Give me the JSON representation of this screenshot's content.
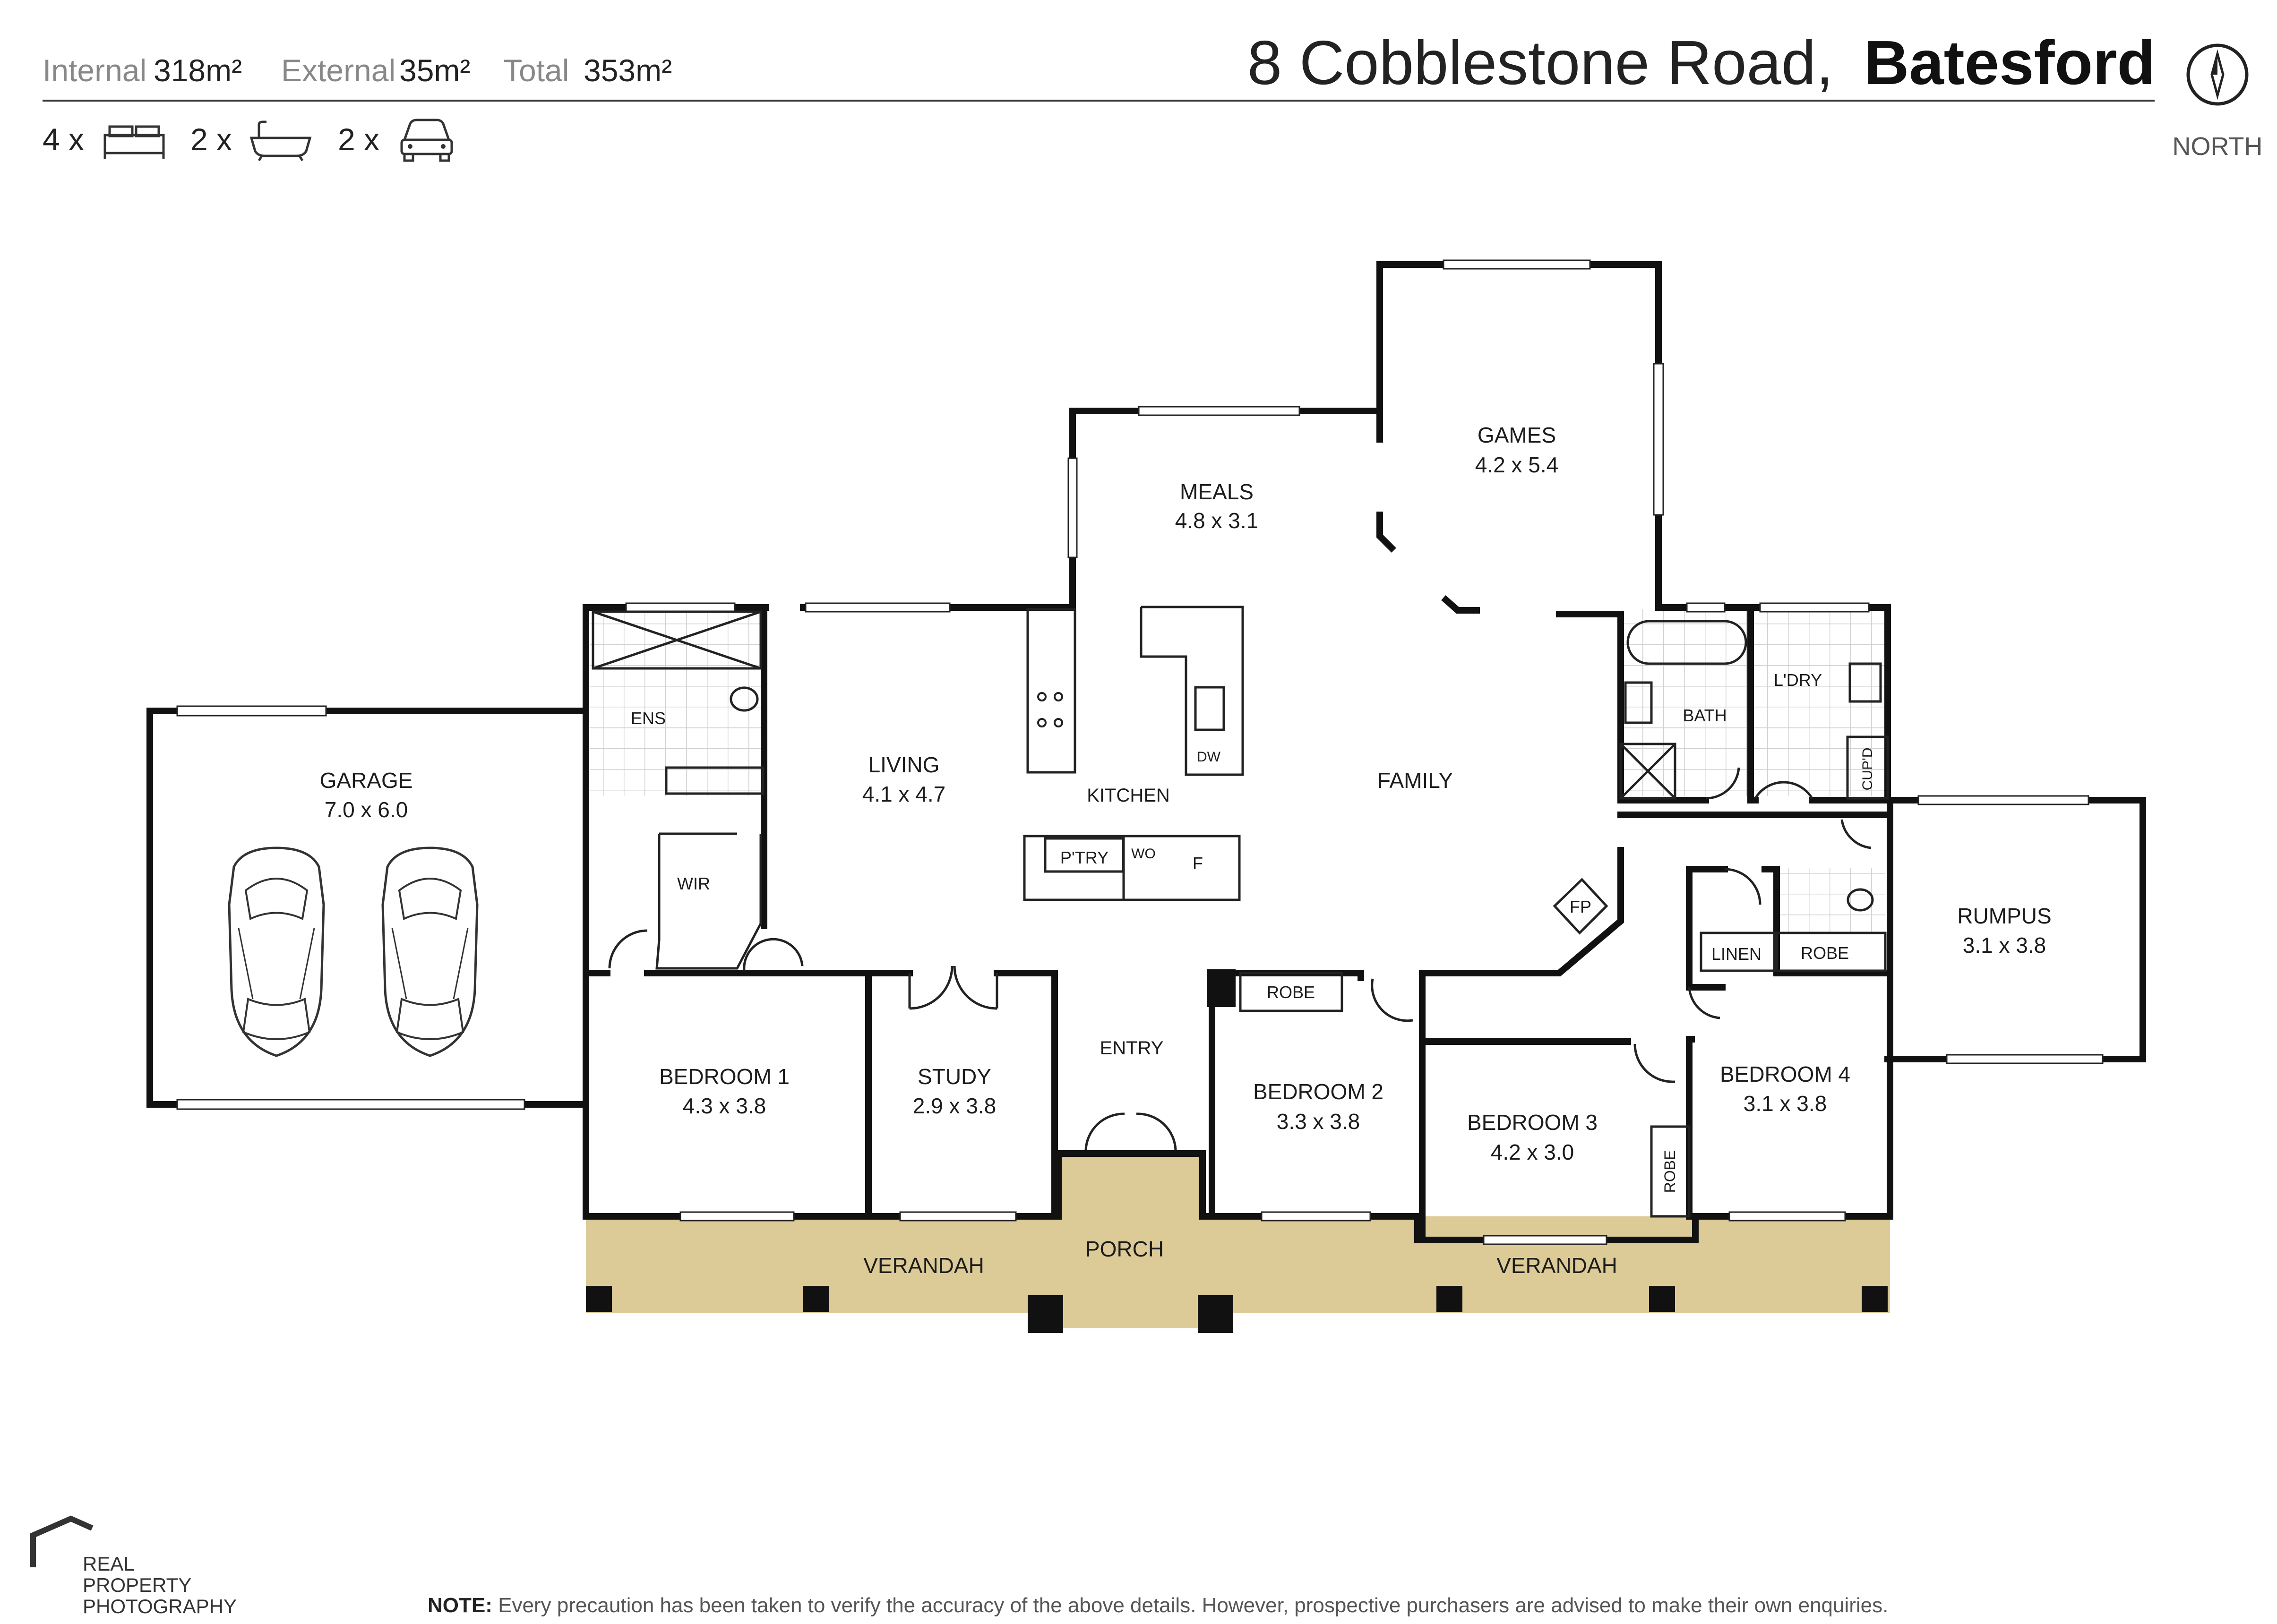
{
  "header": {
    "internal_label": "Internal",
    "internal_value": "318m²",
    "external_label": "External",
    "external_value": "35m²",
    "total_label": "Total",
    "total_value": "353m²",
    "address_street": "8 Cobblestone Road,",
    "address_suburb": "Batesford",
    "north_label": "NORTH",
    "beds_count": "4 x",
    "baths_count": "2 x",
    "cars_count": "2 x",
    "icons": [
      "bed-icon",
      "bath-icon",
      "car-icon",
      "compass-icon"
    ]
  },
  "rooms": {
    "games": {
      "name": "GAMES",
      "dim": "4.2 x 5.4"
    },
    "meals": {
      "name": "MEALS",
      "dim": "4.8 x 3.1"
    },
    "garage": {
      "name": "GARAGE",
      "dim": "7.0 x 6.0"
    },
    "living": {
      "name": "LIVING",
      "dim": "4.1 x 4.7"
    },
    "kitchen": {
      "name": "KITCHEN"
    },
    "family": {
      "name": "FAMILY"
    },
    "bedroom1": {
      "name": "BEDROOM 1",
      "dim": "4.3 x 3.8"
    },
    "study": {
      "name": "STUDY",
      "dim": "2.9 x 3.8"
    },
    "entry": {
      "name": "ENTRY"
    },
    "bedroom2": {
      "name": "BEDROOM 2",
      "dim": "3.3 x 3.8"
    },
    "bedroom3": {
      "name": "BEDROOM 3",
      "dim": "4.2 x 3.0"
    },
    "bedroom4": {
      "name": "BEDROOM 4",
      "dim": "3.1 x 3.8"
    },
    "rumpus": {
      "name": "RUMPUS",
      "dim": "3.1 x 3.8"
    },
    "porch": {
      "name": "PORCH"
    },
    "verandah_left": {
      "name": "VERANDAH"
    },
    "verandah_right": {
      "name": "VERANDAH"
    }
  },
  "fixtures": {
    "ens": "ENS",
    "wir": "WIR",
    "bath": "BATH",
    "ldry": "L'DRY",
    "cupd": "CUP'D",
    "linen": "LINEN",
    "robe_ens": "ROBE",
    "robe_bed2": "ROBE",
    "robe_bed3": "ROBE",
    "pantry": "P'TRY",
    "wo": "WO",
    "fridge": "F",
    "dw": "DW",
    "fp": "FP"
  },
  "footer": {
    "brand_line1": "REAL",
    "brand_line2": "PROPERTY",
    "brand_line3": "PHOTOGRAPHY",
    "note_label": "NOTE:",
    "note_text": " Every precaution has been taken to verify the accuracy of the above details. However, prospective purchasers are advised to make their own enquiries."
  },
  "colors": {
    "wall": "#111111",
    "verandah": "#dccb97",
    "tile_grid": "#d0d0d0",
    "text": "#1c1c1c",
    "header_light": "#888888"
  }
}
